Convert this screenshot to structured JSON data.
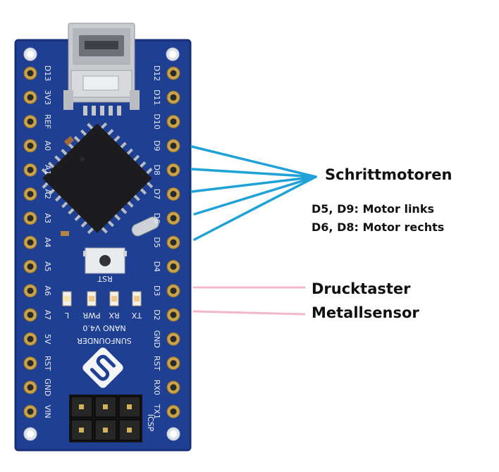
{
  "board": {
    "left_pin_labels": [
      "D13",
      "3V3",
      "REF",
      "A0",
      "A1",
      "A2",
      "A3",
      "A4",
      "A5",
      "A6",
      "A7",
      "5V",
      "RST",
      "GND",
      "VIN"
    ],
    "right_pin_labels": [
      "D12",
      "D11",
      "D10",
      "D9",
      "D8",
      "D7",
      "D6",
      "D5",
      "D4",
      "D3",
      "D2",
      "GND",
      "RST",
      "RX0",
      "TX1"
    ],
    "silkscreen": {
      "rst": "RST",
      "led_labels": [
        "L",
        "PWR",
        "RX",
        "TX"
      ],
      "model": "NANO V4.0",
      "brand": "SUNFOUNDER",
      "icsp": "ICSP"
    },
    "colors": {
      "pcb": "#1f3f93",
      "chip": "#1c1c1e",
      "header": "#141414",
      "usb": "#c9cbcf"
    }
  },
  "annotations": {
    "schrittmotoren": {
      "label": "Schrittmotoren",
      "note_line1": "D5, D9: Motor links",
      "note_line2": "D6, D8: Motor rechts",
      "line_color": "#1ea2d8"
    },
    "drucktaster": {
      "label": "Drucktaster",
      "line_color": "#f4b8c8"
    },
    "metallsensor": {
      "label": "Metallsensor",
      "line_color": "#f4b8c8"
    }
  }
}
